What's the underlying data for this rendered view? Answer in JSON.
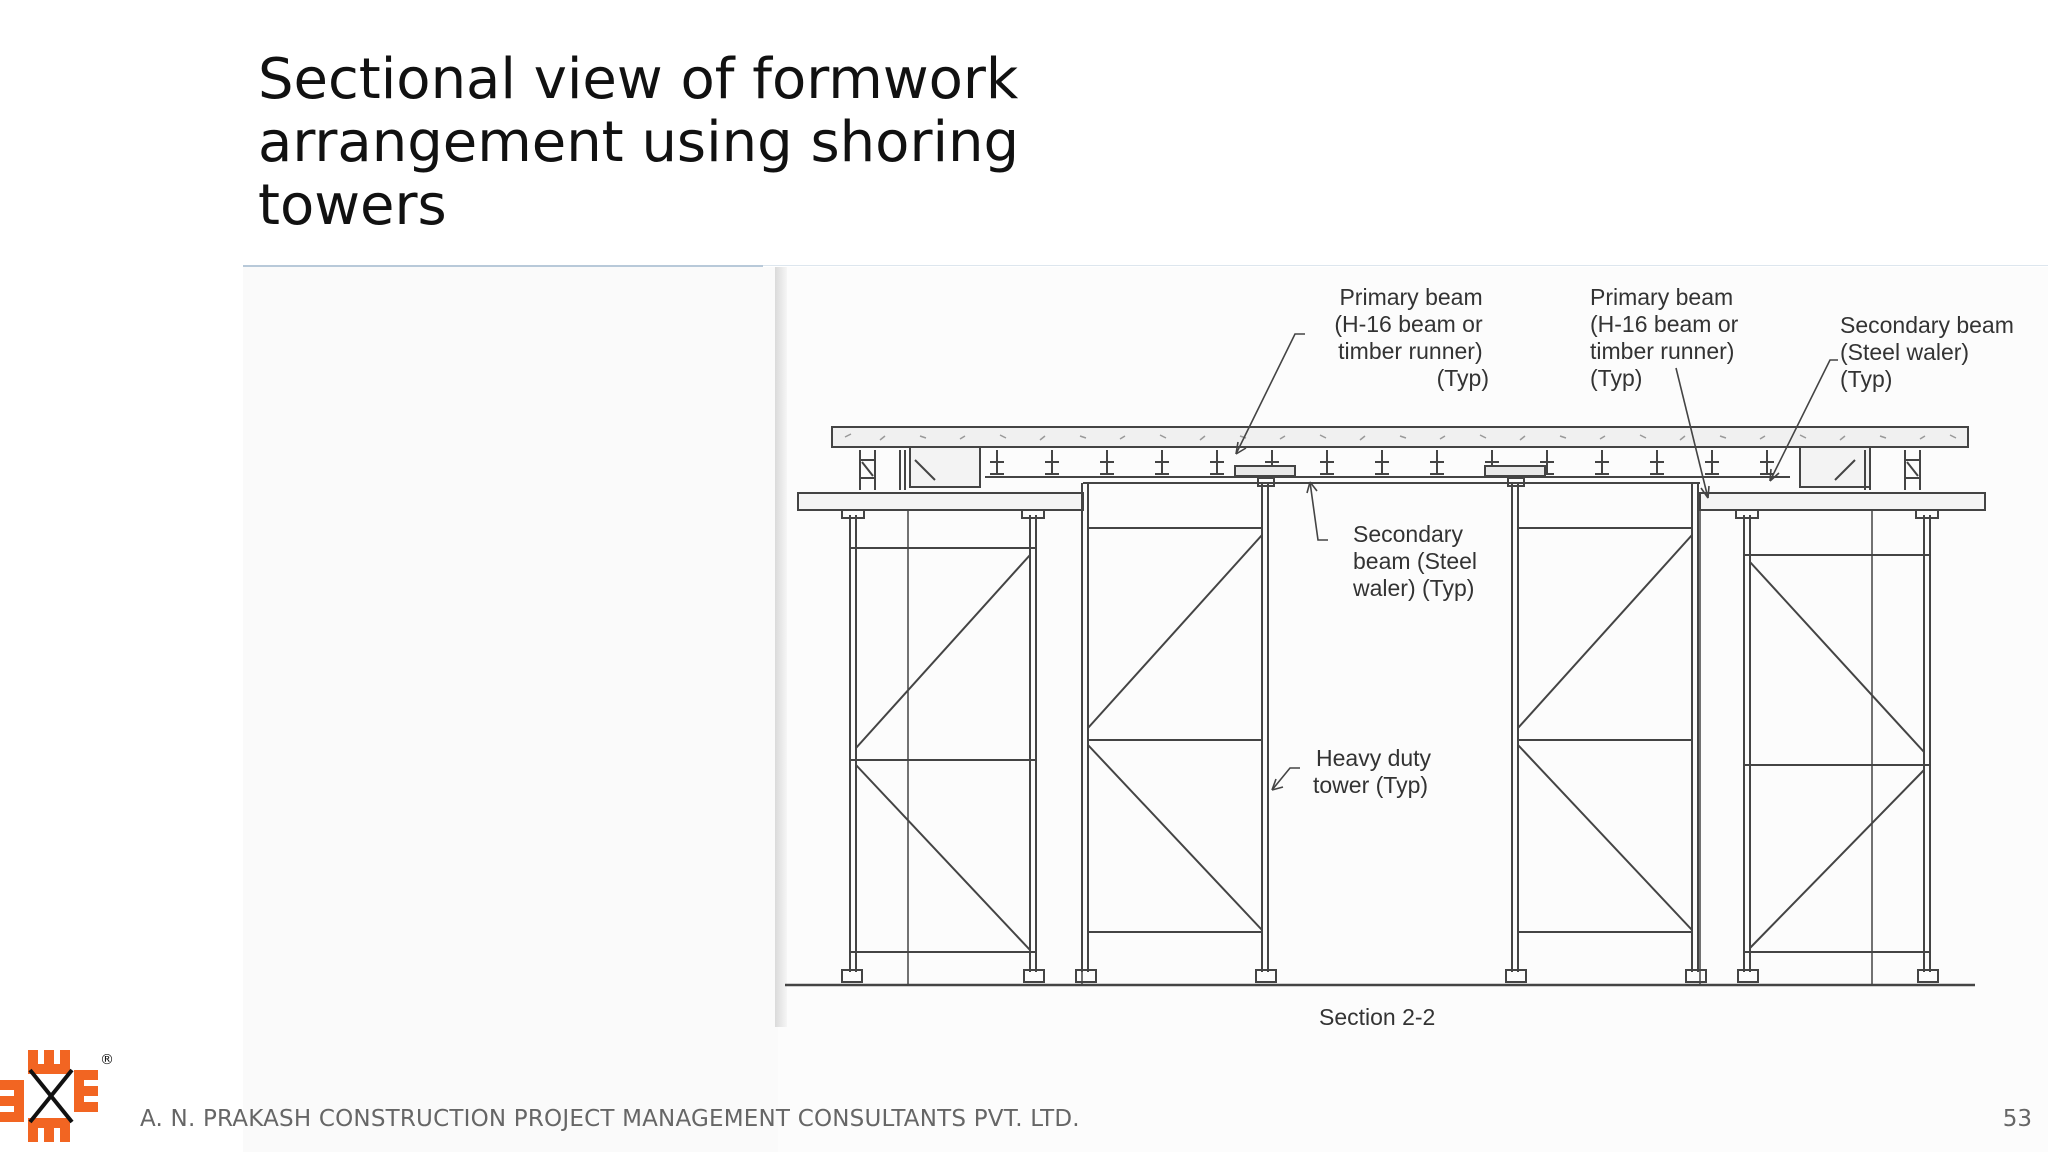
{
  "slide": {
    "title_lines": [
      "Sectional view of formwork",
      "arrangement using shoring",
      "towers"
    ],
    "footer": "A. N. PRAKASH CONSTRUCTION PROJECT MANAGEMENT CONSULTANTS PVT. LTD.",
    "page_number": "53",
    "logo_registered_mark": "®"
  },
  "figure": {
    "labels": {
      "primary_beam_left": [
        "Primary beam",
        "(H-16 beam or",
        "timber runner)",
        "(Typ)"
      ],
      "primary_beam_right": [
        "Primary beam",
        "(H-16 beam or",
        "timber runner)",
        "(Typ)"
      ],
      "secondary_beam_right": [
        "Secondary beam",
        "(Steel waler)",
        "(Typ)"
      ],
      "secondary_beam_center": [
        "Secondary",
        "beam (Steel",
        "waler) (Typ)"
      ],
      "heavy_duty_tower": [
        "Heavy duty",
        "tower  (Typ)"
      ],
      "caption": "Section 2-2"
    }
  },
  "colors": {
    "line": "#444444",
    "accent_logo": "#f26522",
    "footer_text": "#666666"
  }
}
